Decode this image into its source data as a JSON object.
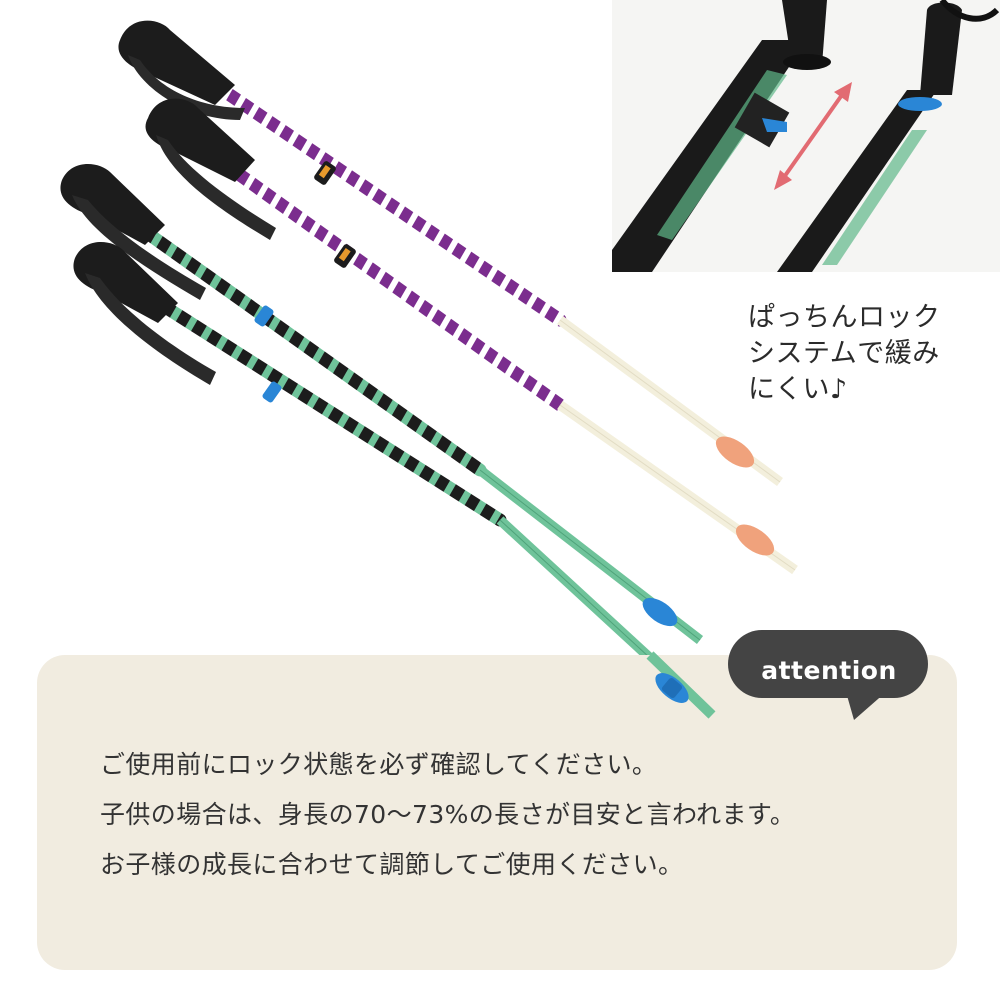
{
  "product": {
    "subject": "kids adjustable ski poles",
    "poles": [
      {
        "color_name": "purple",
        "shaft_color": "#7b2d8e",
        "lower_shaft_color": "#f3efdc",
        "basket_color": "#f0a27c"
      },
      {
        "color_name": "purple",
        "shaft_color": "#7b2d8e",
        "lower_shaft_color": "#f3efdc",
        "basket_color": "#f0a27c"
      },
      {
        "color_name": "green",
        "shaft_color": "#1c1c1c",
        "lower_shaft_color": "#6fc39a",
        "basket_color": "#2a86d6"
      },
      {
        "color_name": "green",
        "shaft_color": "#1c1c1c",
        "lower_shaft_color": "#6fc39a",
        "basket_color": "#2a86d6"
      }
    ]
  },
  "detail_photo": {
    "caption_lines": [
      "ぱっちんロック",
      "システムで緩み",
      "にくい♪"
    ],
    "arrow_color": "#e26b72",
    "icon": "double-arrow-icon"
  },
  "attention": {
    "tag_label": "attention",
    "tag_color": "#444444",
    "panel_color": "#f1ece0",
    "lines": [
      "ご使用前にロック状態を必ず確認してください。",
      "子供の場合は、身長の70～73%の長さが目安と言われます。",
      "お子様の成長に合わせて調節してご使用ください。"
    ]
  }
}
